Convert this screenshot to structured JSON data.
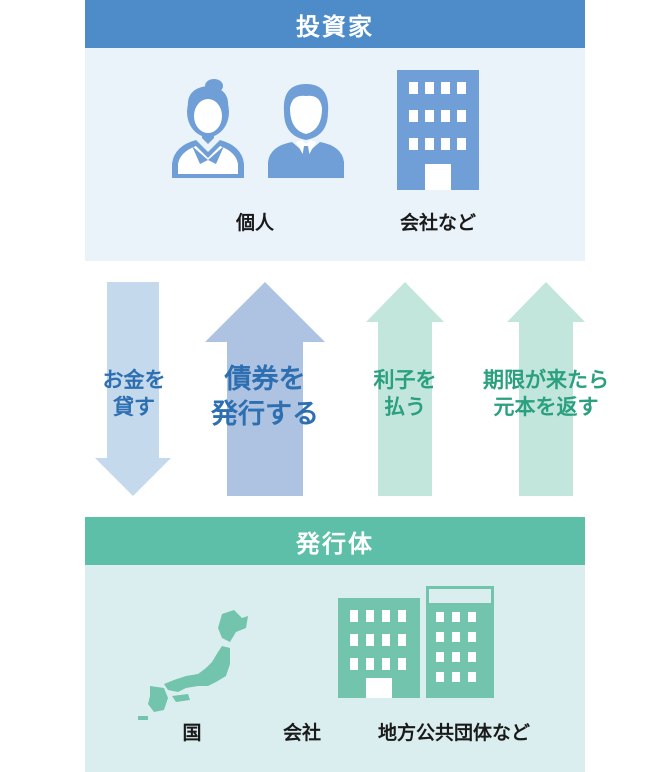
{
  "investor": {
    "title": "投資家",
    "labels": {
      "individual": "個人",
      "company": "会社など"
    }
  },
  "flows": {
    "lend_money": {
      "line1": "お金を",
      "line2": "貸す"
    },
    "issue_bonds": {
      "line1": "債券を",
      "line2": "発行する"
    },
    "pay_interest": {
      "line1": "利子を",
      "line2": "払う"
    },
    "repay_principal": {
      "line1": "期限が来たら",
      "line2": "元本を返す"
    }
  },
  "issuer": {
    "title": "発行体",
    "labels": {
      "country": "国",
      "company": "会社",
      "local_gov": "地方公共団体など"
    }
  },
  "colors": {
    "investor_header": "#4d8cc8",
    "investor_bg": "#eaf2fa",
    "issuer_header": "#5dbfa8",
    "issuer_bg": "#daeef0",
    "person_icon": "#6f9fd6",
    "building_icon_top": "#6f9fd6",
    "building_icon_bottom": "#72c4ad",
    "arrow_lend": "#c5d9ed",
    "arrow_issue": "#aec3e2",
    "arrow_green": "#c2e5dc",
    "text_blue": "#2d6fb0",
    "text_green": "#2aa07f"
  }
}
